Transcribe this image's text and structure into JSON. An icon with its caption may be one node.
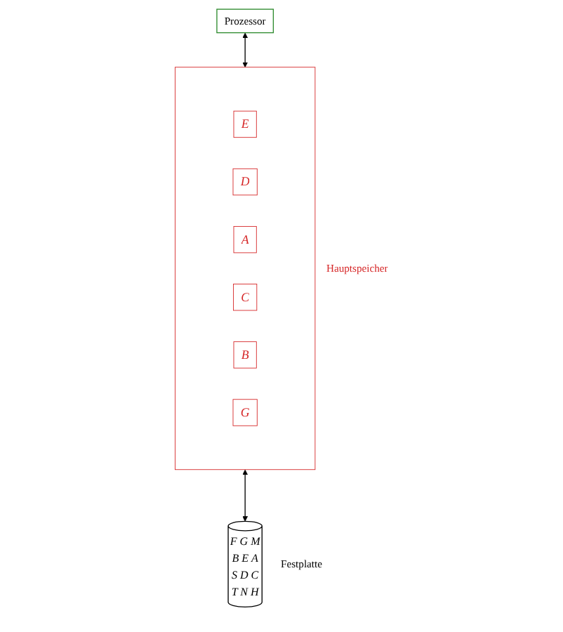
{
  "diagram": {
    "nodes": [
      {
        "text": [
          "Prozessor"
        ]
      },
      {
        "text": [],
        "shape": "box",
        "beside": [
          "Hauptspeicher"
        ]
      },
      {
        "text": [
          "E"
        ],
        "in": 1
      },
      {
        "text": [
          "D"
        ],
        "in": 1
      },
      {
        "text": [
          "A"
        ],
        "in": 1
      },
      {
        "text": [
          "C"
        ],
        "in": 1
      },
      {
        "text": [
          "B"
        ],
        "in": 1
      },
      {
        "text": [
          "G"
        ],
        "in": 1
      },
      {
        "text": [
          "F G M B E A S D C T N H"
        ],
        "beside": [
          "Festplatte"
        ]
      }
    ],
    "edges": [
      {
        "from": 0,
        "to": 1,
        "arrow": "both"
      },
      {
        "from": 1,
        "to": 8,
        "arrow": "both"
      }
    ]
  }
}
